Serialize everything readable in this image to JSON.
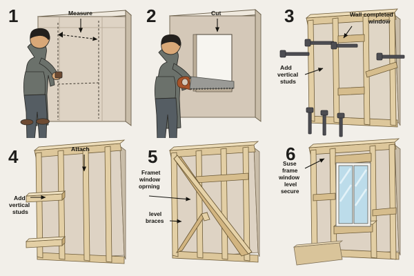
{
  "figure": {
    "title": "Window framing installation steps",
    "background_color": "#f2efe9",
    "panel_count": 6
  },
  "palette": {
    "background": "#f2efe9",
    "wall_face": "#ded3c4",
    "wall_face_light": "#e4dbcd",
    "wall_edge": "#c9bda9",
    "wall_top": "#efe9de",
    "drywall_cut": "#f7f5f0",
    "wood_light": "#e3cfa5",
    "wood_mid": "#cdb078",
    "wood_dark": "#a98c56",
    "wood_shadow": "#8d7346",
    "outline": "#4a3f2c",
    "ink": "#14130f",
    "shirt": "#6b716b",
    "shirt_shadow": "#5a605b",
    "pants": "#555d63",
    "pants_shadow": "#474e54",
    "skin": "#d9a878",
    "hair": "#23201d",
    "shoe": "#6d4a32",
    "saw_handle": "#a8542a",
    "saw_blade": "#9a9a96",
    "metal": "#4d4d52",
    "glass": "#bcdcea",
    "glass_light": "#d8ecf5",
    "frame_white": "#f6f5f1",
    "plywood": "#d9c49a"
  },
  "panels": [
    {
      "number": "1",
      "name": "measure-wall",
      "labels": [
        {
          "text": "Measure",
          "name": "measure-label"
        }
      ],
      "figure_present": true,
      "tool": "tape-measure"
    },
    {
      "number": "2",
      "name": "cut-opening",
      "labels": [
        {
          "text": "Cut",
          "name": "cut-label"
        }
      ],
      "figure_present": true,
      "tool": "handsaw"
    },
    {
      "number": "3",
      "name": "add-studs-fasten",
      "labels": [
        {
          "text": "Wall completed",
          "name": "wall-completed-label-line1"
        },
        {
          "text": "window",
          "name": "wall-completed-label-line2"
        },
        {
          "text": "Add",
          "name": "add-vertical-studs-line1"
        },
        {
          "text": "vertical",
          "name": "add-vertical-studs-line2"
        },
        {
          "text": "studs",
          "name": "add-vertical-studs-line3"
        }
      ],
      "figure_present": false,
      "tool": "screws"
    },
    {
      "number": "4",
      "name": "attach-studs",
      "labels": [
        {
          "text": "Attach",
          "name": "attach-label"
        },
        {
          "text": "Add",
          "name": "add-vertical-studs-line1"
        },
        {
          "text": "vertical",
          "name": "add-vertical-studs-line2"
        },
        {
          "text": "studs",
          "name": "add-vertical-studs-line3"
        }
      ],
      "figure_present": false,
      "tool": ""
    },
    {
      "number": "5",
      "name": "frame-window-opening",
      "labels": [
        {
          "text": "Framet",
          "name": "frame-opening-line1"
        },
        {
          "text": "window",
          "name": "frame-opening-line2"
        },
        {
          "text": "oprning",
          "name": "frame-opening-line3"
        },
        {
          "text": "level",
          "name": "level-braces-line1"
        },
        {
          "text": "braces",
          "name": "level-braces-line2"
        }
      ],
      "figure_present": false,
      "tool": ""
    },
    {
      "number": "6",
      "name": "install-window",
      "labels": [
        {
          "text": "Suse",
          "name": "secure-frame-line1"
        },
        {
          "text": "frame",
          "name": "secure-frame-line2"
        },
        {
          "text": "window",
          "name": "secure-frame-line3"
        },
        {
          "text": "level",
          "name": "secure-frame-line4"
        },
        {
          "text": "secure",
          "name": "secure-frame-line5"
        }
      ],
      "figure_present": false,
      "tool": ""
    }
  ]
}
